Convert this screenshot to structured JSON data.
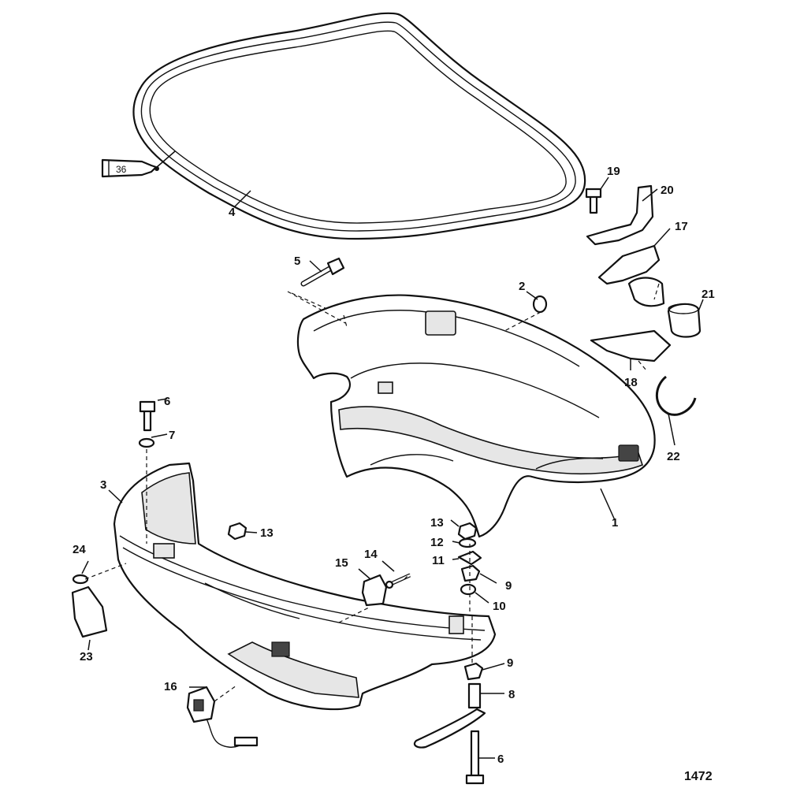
{
  "figure_number": "1472",
  "tube_label": "36",
  "callouts": [
    {
      "id": "c1",
      "label": "1"
    },
    {
      "id": "c2",
      "label": "2"
    },
    {
      "id": "c3",
      "label": "3"
    },
    {
      "id": "c4",
      "label": "4"
    },
    {
      "id": "c5",
      "label": "5"
    },
    {
      "id": "c6a",
      "label": "6"
    },
    {
      "id": "c6b",
      "label": "6"
    },
    {
      "id": "c7",
      "label": "7"
    },
    {
      "id": "c8",
      "label": "8"
    },
    {
      "id": "c9a",
      "label": "9"
    },
    {
      "id": "c9b",
      "label": "9"
    },
    {
      "id": "c10",
      "label": "10"
    },
    {
      "id": "c11",
      "label": "11"
    },
    {
      "id": "c12",
      "label": "12"
    },
    {
      "id": "c13a",
      "label": "13"
    },
    {
      "id": "c13b",
      "label": "13"
    },
    {
      "id": "c14",
      "label": "14"
    },
    {
      "id": "c15",
      "label": "15"
    },
    {
      "id": "c16",
      "label": "16"
    },
    {
      "id": "c17",
      "label": "17"
    },
    {
      "id": "c18",
      "label": "18"
    },
    {
      "id": "c19",
      "label": "19"
    },
    {
      "id": "c20",
      "label": "20"
    },
    {
      "id": "c21",
      "label": "21"
    },
    {
      "id": "c22",
      "label": "22"
    },
    {
      "id": "c23",
      "label": "23"
    },
    {
      "id": "c24",
      "label": "24"
    }
  ]
}
